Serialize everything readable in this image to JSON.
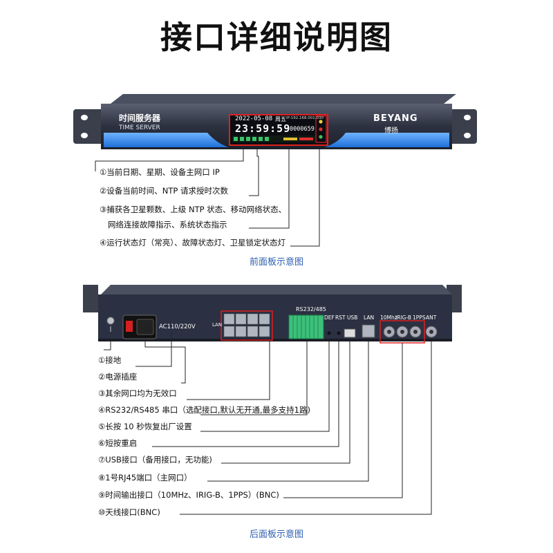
{
  "title": "接口详细说明图",
  "front": {
    "caption": "前面板示意图",
    "device_name_cn": "时间服务器",
    "device_name_en": "TIME SERVER",
    "brand": "BEYANG",
    "brand_cn": "博扬",
    "display_date": "2022-05-08",
    "display_week": "周五",
    "display_ip": "IP:192.168.001.030",
    "display_time": "23:59:59",
    "display_count": "0000659",
    "labels": [
      "①当前日期、星期、设备主网口 IP",
      "②设备当前时间、NTP 请求授时次数",
      "③捕获各卫星颗数、上级 NTP 状态、移动网络状态、",
      "网络连接故障指示、系统状态指示",
      "④运行状态灯（常亮）、故障状态灯、卫星锁定状态灯"
    ]
  },
  "back": {
    "caption": "后面板示意图",
    "power_label": "AC110/220V",
    "lan_group_label": "LAN",
    "serial_label": "RS232/485",
    "port_labels": {
      "def": "DEF",
      "rst": "RST",
      "usb": "USB",
      "lan": "LAN",
      "mhz": "10Mhz",
      "irig": "IRIG-B",
      "pps": "1PPS",
      "ant": "ANT"
    },
    "labels": [
      "①接地",
      "②电源插座",
      "③其余网口均为无效口",
      "④RS232/RS485 串口（选配接口,默认无开通,最多支持1路)",
      "⑤长按 10 秒恢复出厂设置",
      "⑥短按重启",
      "⑦USB接口（备用接口，无功能)",
      "⑧1号RJ45端口（主网口）",
      "⑨时间输出接口（10MHz、IRIG-B、1PPS）(BNC)",
      "⑩天线接口(BNC)"
    ]
  },
  "colors": {
    "accent_blue": "#2a5db0",
    "highlight_red": "#e02020",
    "panel_dark": "#2b3142"
  }
}
